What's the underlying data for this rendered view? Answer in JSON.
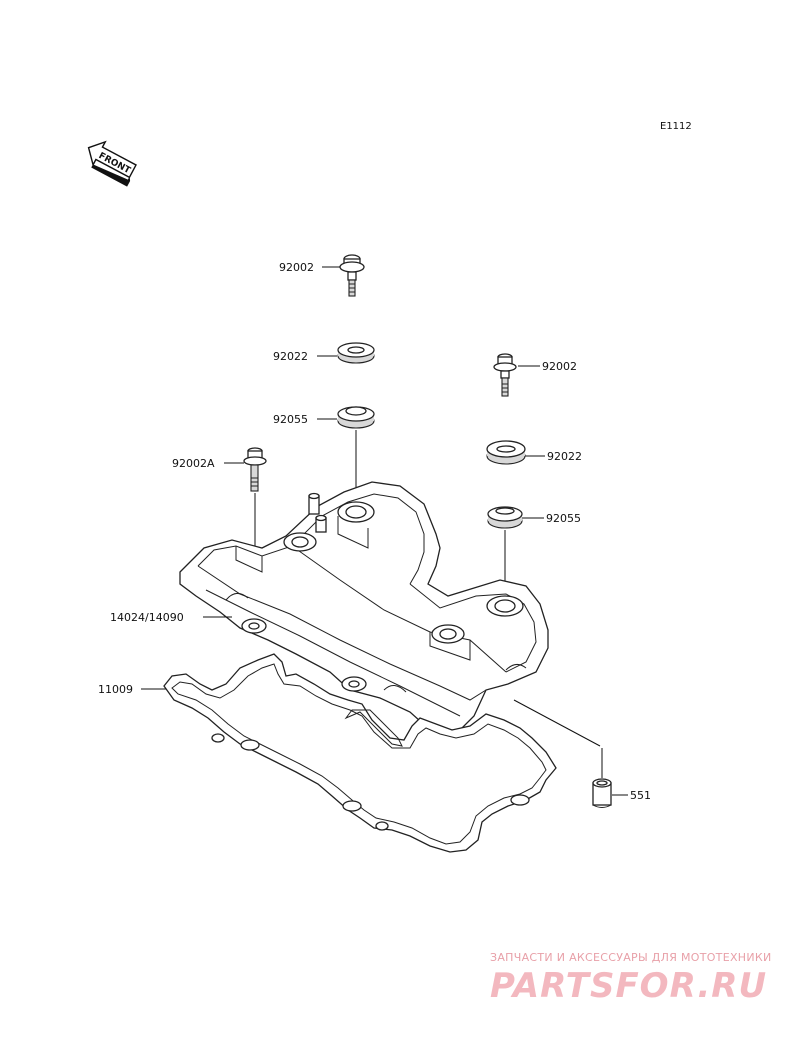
{
  "figure_id": "E1112",
  "front_label": "FRONT",
  "callouts": {
    "bolt_top": "92002",
    "washer_top": "92022",
    "grommet_top": "92055",
    "bolt_a": "92002A",
    "bolt_right": "92002",
    "washer_right": "92022",
    "grommet_right": "92055",
    "cover": "14024/14090",
    "gasket": "11009",
    "dowel": "551"
  },
  "watermark": {
    "tagline": "ЗАПЧАСТИ И АКСЕССУАРЫ ДЛЯ МОТОТЕХНИКИ",
    "logo": "PARTSFOR.RU"
  }
}
